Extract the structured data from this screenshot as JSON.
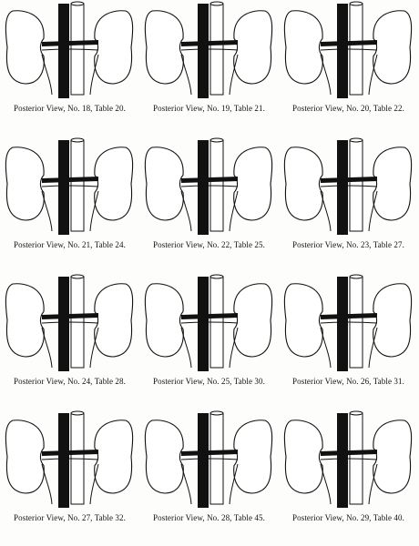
{
  "figures": [
    {
      "caption": "Posterior View, No. 18, Table 20."
    },
    {
      "caption": "Posterior View, No. 19, Table 21."
    },
    {
      "caption": "Posterior View, No. 20, Table 22."
    },
    {
      "caption": "Posterior View, No. 21, Table 24."
    },
    {
      "caption": "Posterior View, No. 22, Table 25."
    },
    {
      "caption": "Posterior View, No. 23, Table 27."
    },
    {
      "caption": "Posterior View, No. 24, Table 28."
    },
    {
      "caption": "Posterior View, No. 25, Table 30."
    },
    {
      "caption": "Posterior View, No. 26, Table 31."
    },
    {
      "caption": "Posterior View, No. 27, Table 32."
    },
    {
      "caption": "Posterior View, No. 28, Table 45."
    },
    {
      "caption": "Posterior View, No. 29, Table 40."
    }
  ]
}
